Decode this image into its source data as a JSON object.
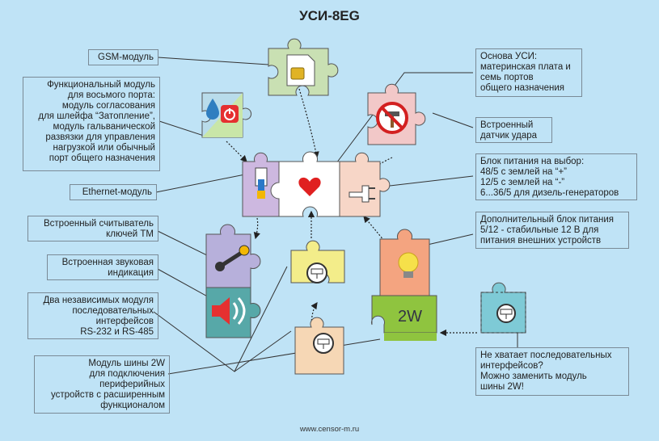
{
  "title": "УСИ-8EG",
  "footer": "www.censor-m.ru",
  "puzzle_2w_label": "2W",
  "labels": {
    "gsm": "GSM-модуль",
    "func_module": "Функциональный модуль\nдля восьмого порта:\nмодуль согласования\nдля шлейфа “Затопление”,\nмодуль гальванической\nразвязки для управления\nнагрузкой или обычный\nпорт общего назначения",
    "ethernet": "Ethernet-модуль",
    "tm_reader": "Встроенный считыватель\nключей ТМ",
    "sound": "Встроенная звуковая\nиндикация",
    "serial": "Два независимых модуля\nпоследовательных\nинтерфейсов\nRS-232 и RS-485",
    "bus2w": "Модуль шины 2W\nдля подключения\nпериферийных\nустройств с расширенным\nфункционалом",
    "base": "Основа УСИ:\nматеринская плата и\nсемь портов\nобщего назначения",
    "shock": "Встроенный\nдатчик удара",
    "power": "Блок питания на выбор:\n48/5 с землей на “+”\n12/5 с землей на “-”\n6...36/5 для дизель-генераторов",
    "extra_power": "Дополнительный блок питания\n5/12 - стабильные 12 В для\nпитания внешних устройств",
    "replace": "Не хватает последовательных\nинтерфейсов?\nМожно заменить модуль\nшины 2W!"
  },
  "colors": {
    "background": "#bfe3f6",
    "gsm_piece": "#c9e0b3",
    "func_piece": "#b9dceb",
    "eth_piece": "#cdb8e0",
    "base_piece": "#ffffff",
    "power_piece": "#f7d6c7",
    "shock_piece": "#f2c8c8",
    "tm_piece": "#b7b0db",
    "sound_piece": "#57a8a8",
    "serial_piece": "#f3ed8a",
    "bus_piece": "#f6d7b5",
    "extra_power_piece": "#f4a480",
    "bus2w_piece": "#8fc43f",
    "replace_piece": "#7ecad6"
  },
  "icons": [
    "sim-card-icon",
    "water-drop-icon",
    "power-icon",
    "ethernet-plug-icon",
    "heart-icon",
    "power-plug-icon",
    "no-hammer-icon",
    "key-fob-icon",
    "speaker-icon",
    "interface-connector-icon",
    "light-bulb-icon"
  ]
}
